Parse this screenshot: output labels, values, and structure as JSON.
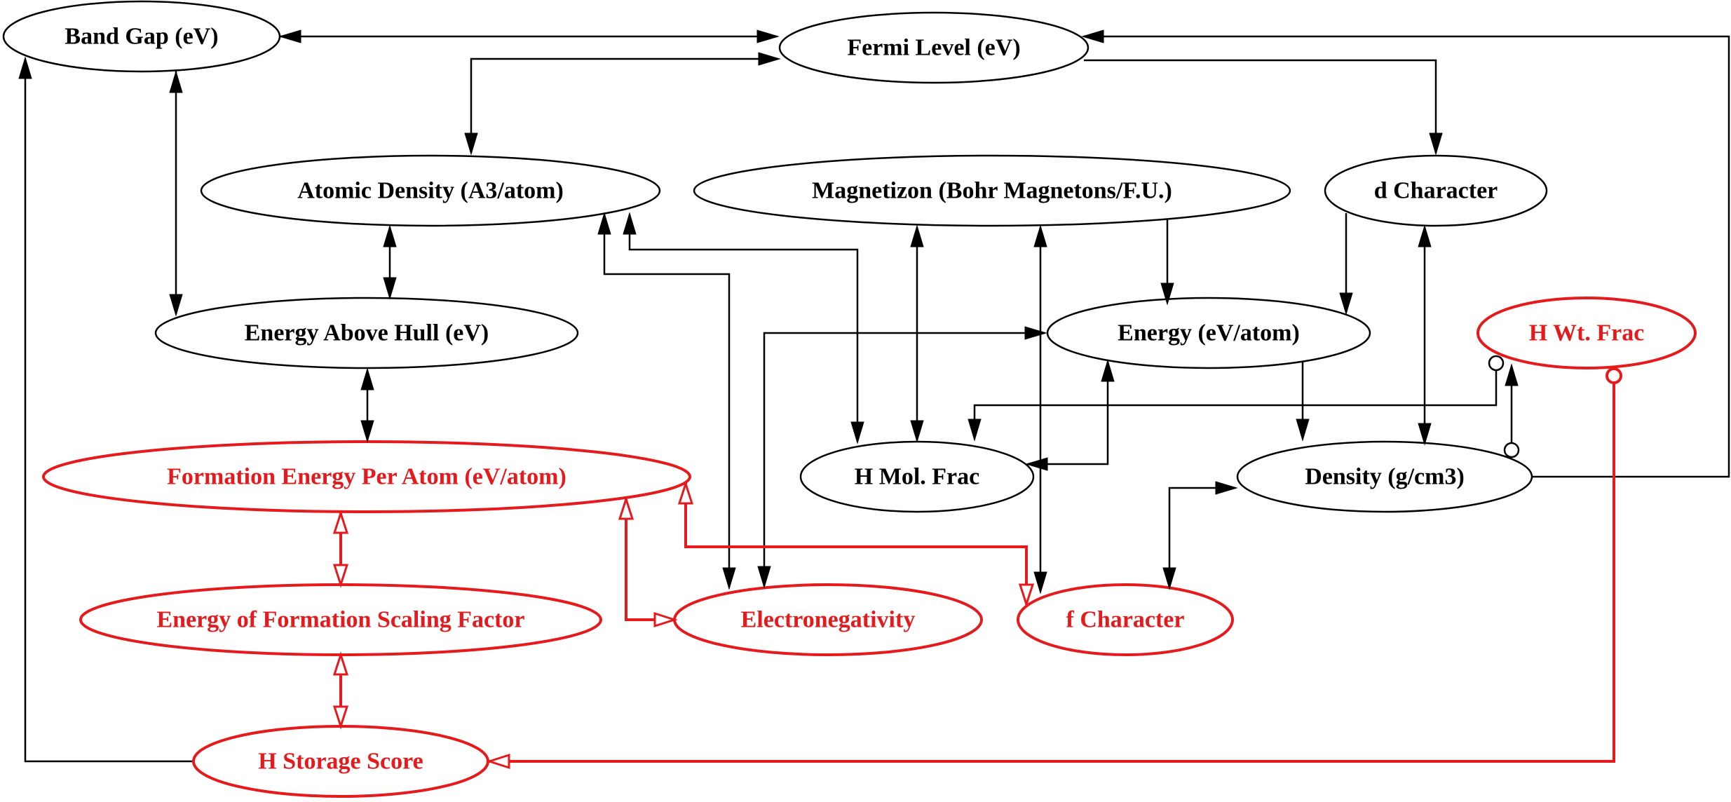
{
  "colors": {
    "normal": "#000000",
    "highlight": "#e41a1c"
  },
  "nodes": {
    "band_gap": {
      "label": "Band Gap (eV)",
      "style": "normal"
    },
    "fermi_level": {
      "label": "Fermi Level (eV)",
      "style": "normal"
    },
    "atomic_density": {
      "label": "Atomic Density (A3/atom)",
      "style": "normal"
    },
    "magnetization": {
      "label": "Magnetizon (Bohr Magnetons/F.U.)",
      "style": "normal"
    },
    "d_character": {
      "label": "d Character",
      "style": "normal"
    },
    "energy_above_hull": {
      "label": "Energy Above Hull (eV)",
      "style": "normal"
    },
    "energy": {
      "label": "Energy (eV/atom)",
      "style": "normal"
    },
    "h_wt_frac": {
      "label": "H Wt. Frac",
      "style": "highlight"
    },
    "formation_energy": {
      "label": "Formation Energy Per Atom (eV/atom)",
      "style": "highlight"
    },
    "h_mol_frac": {
      "label": "H Mol. Frac",
      "style": "normal"
    },
    "density": {
      "label": "Density (g/cm3)",
      "style": "normal"
    },
    "scaling_factor": {
      "label": "Energy of Formation Scaling Factor",
      "style": "highlight"
    },
    "electronegativity": {
      "label": "Electronegativity",
      "style": "highlight"
    },
    "f_character": {
      "label": "f Character",
      "style": "highlight"
    },
    "h_storage_score": {
      "label": "H Storage Score",
      "style": "highlight"
    }
  },
  "edges": [
    {
      "id": "bandgap-fermi",
      "from": "band_gap",
      "to": "fermi_level",
      "start": "arrow",
      "end": "arrow",
      "style": "normal"
    },
    {
      "id": "bandgap-hull",
      "from": "band_gap",
      "to": "energy_above_hull",
      "start": "arrow",
      "end": "arrow",
      "style": "normal"
    },
    {
      "id": "fermi-atomicdensity",
      "from": "fermi_level",
      "to": "atomic_density",
      "start": "arrow",
      "end": "arrow",
      "style": "normal"
    },
    {
      "id": "fermi-dchar",
      "from": "fermi_level",
      "to": "d_character",
      "start": "none",
      "end": "arrow",
      "style": "normal"
    },
    {
      "id": "density-fermi",
      "from": "density",
      "to": "fermi_level",
      "start": "none",
      "end": "arrow",
      "style": "normal"
    },
    {
      "id": "atomicdensity-hull",
      "from": "atomic_density",
      "to": "energy_above_hull",
      "start": "arrow",
      "end": "arrow",
      "style": "normal"
    },
    {
      "id": "atomicdensity-hmol",
      "from": "atomic_density",
      "to": "h_mol_frac",
      "start": "arrow",
      "end": "arrow",
      "style": "normal"
    },
    {
      "id": "atomicdensity-electroneg",
      "from": "atomic_density",
      "to": "electronegativity",
      "start": "arrow",
      "end": "arrow",
      "style": "normal"
    },
    {
      "id": "mag-hmol",
      "from": "magnetization",
      "to": "h_mol_frac",
      "start": "arrow",
      "end": "arrow",
      "style": "normal"
    },
    {
      "id": "mag-fchar",
      "from": "magnetization",
      "to": "f_character",
      "start": "arrow",
      "end": "arrow",
      "style": "normal"
    },
    {
      "id": "mag-energy",
      "from": "magnetization",
      "to": "energy",
      "start": "none",
      "end": "arrow",
      "style": "normal"
    },
    {
      "id": "dchar-energy",
      "from": "d_character",
      "to": "energy",
      "start": "none",
      "end": "arrow",
      "style": "normal"
    },
    {
      "id": "dchar-density",
      "from": "d_character",
      "to": "density",
      "start": "arrow",
      "end": "arrow",
      "style": "normal"
    },
    {
      "id": "hull-formation",
      "from": "energy_above_hull",
      "to": "formation_energy",
      "start": "arrow",
      "end": "arrow",
      "style": "normal"
    },
    {
      "id": "electroneg-energy",
      "from": "electronegativity",
      "to": "energy",
      "start": "arrow",
      "end": "arrow",
      "style": "normal"
    },
    {
      "id": "energy-hmol",
      "from": "energy",
      "to": "h_mol_frac",
      "start": "arrow",
      "end": "arrow",
      "style": "normal"
    },
    {
      "id": "energy-density",
      "from": "energy",
      "to": "density",
      "start": "none",
      "end": "arrow",
      "style": "normal"
    },
    {
      "id": "hwt-hmol",
      "from": "h_wt_frac",
      "to": "h_mol_frac",
      "start": "circle",
      "end": "arrow",
      "style": "normal"
    },
    {
      "id": "density-hwt",
      "from": "density",
      "to": "h_wt_frac",
      "start": "circle",
      "end": "arrow",
      "style": "normal"
    },
    {
      "id": "density-fchar",
      "from": "density",
      "to": "f_character",
      "start": "arrow",
      "end": "arrow",
      "style": "normal"
    },
    {
      "id": "formation-scaling",
      "from": "formation_energy",
      "to": "scaling_factor",
      "start": "open-arrow",
      "end": "open-arrow",
      "style": "highlight"
    },
    {
      "id": "formation-electroneg",
      "from": "formation_energy",
      "to": "electronegativity",
      "start": "open-arrow",
      "end": "open-arrow",
      "style": "highlight"
    },
    {
      "id": "formation-fchar",
      "from": "formation_energy",
      "to": "f_character",
      "start": "open-arrow",
      "end": "open-arrow",
      "style": "highlight"
    },
    {
      "id": "scaling-score",
      "from": "scaling_factor",
      "to": "h_storage_score",
      "start": "open-arrow",
      "end": "open-arrow",
      "style": "highlight"
    },
    {
      "id": "score-bandgap",
      "from": "h_storage_score",
      "to": "band_gap",
      "start": "none",
      "end": "arrow",
      "style": "normal"
    },
    {
      "id": "hwt-score",
      "from": "h_wt_frac",
      "to": "h_storage_score",
      "start": "circle",
      "end": "open-arrow",
      "style": "highlight"
    }
  ]
}
